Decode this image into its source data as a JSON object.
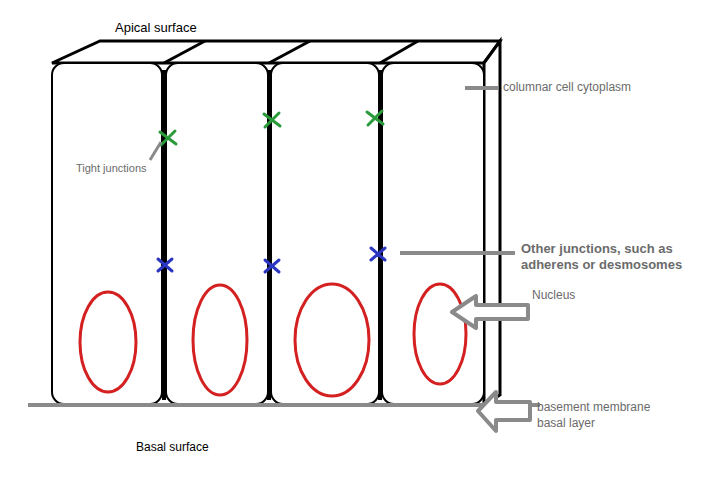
{
  "diagram": {
    "labels": [
      "Apical surface",
      "columnar cell cytoplasm",
      "Tight junctions",
      "Other junctions, such as adherens or desmosomes",
      "Nucleus",
      "basement membrane",
      "basal layer",
      "Basal surface"
    ]
  }
}
